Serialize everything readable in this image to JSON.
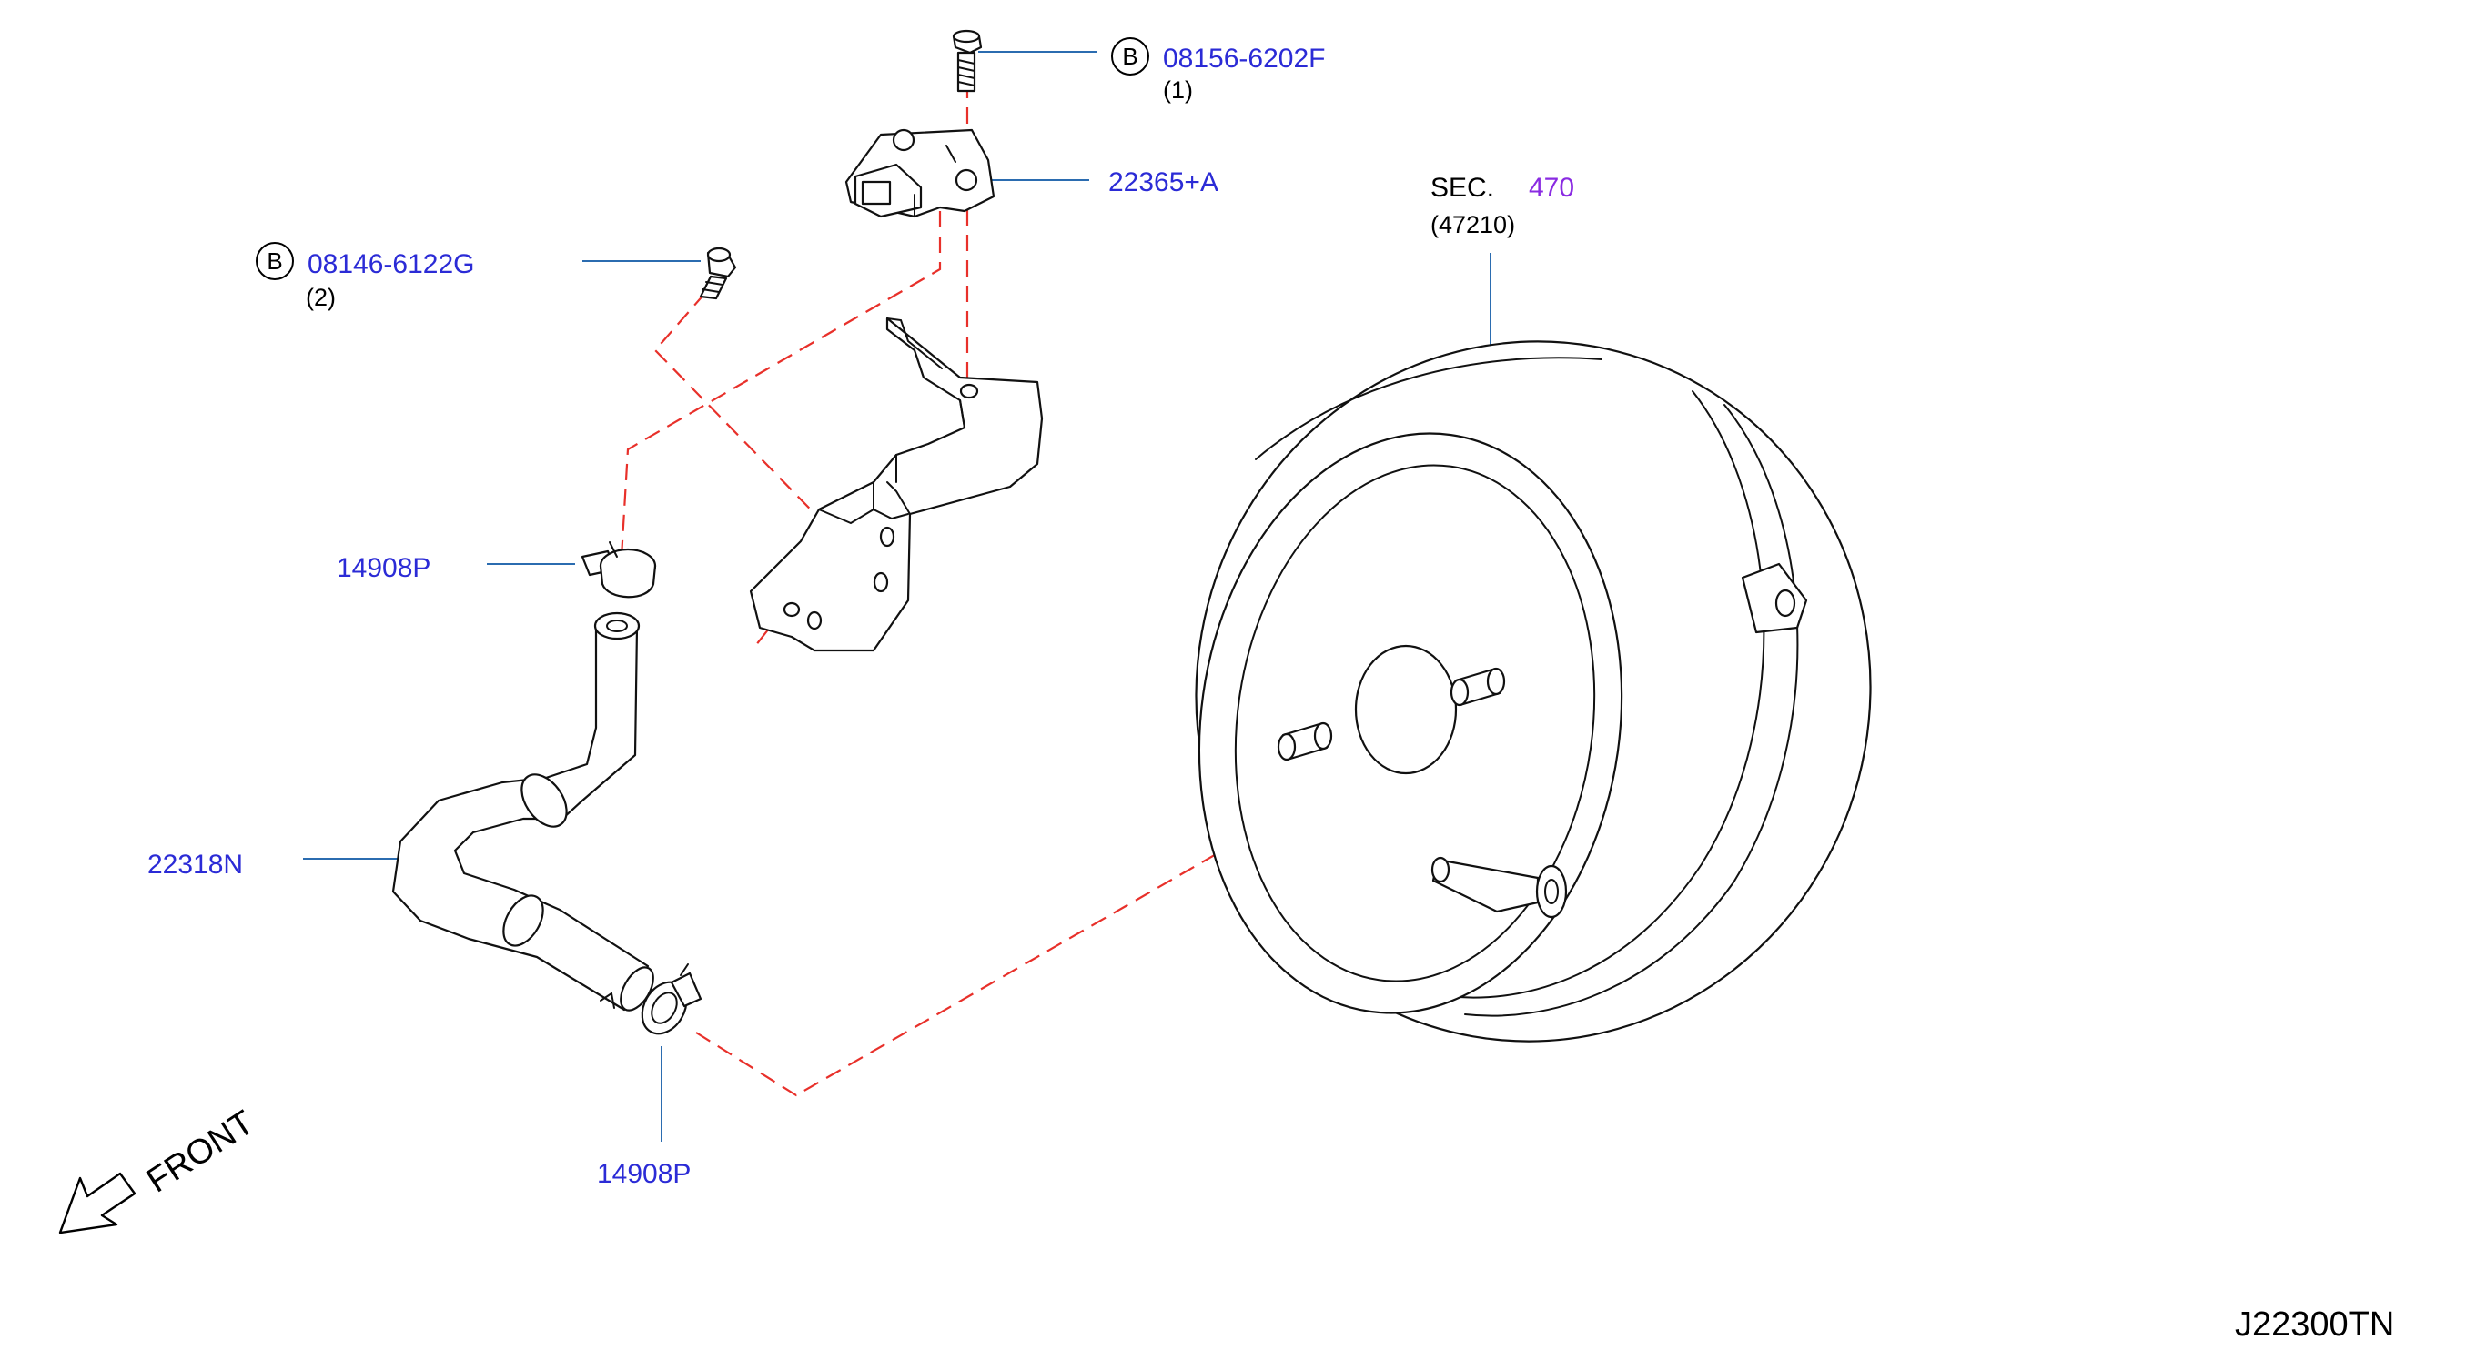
{
  "callouts": {
    "bolt_upper": {
      "ref": "B",
      "part_no": "08156-6202F",
      "qty": "(1)"
    },
    "sensor": {
      "part_no": "22365+A"
    },
    "bolt_left": {
      "ref": "B",
      "part_no": "08146-6122G",
      "qty": "(2)"
    },
    "clamp_upper": {
      "part_no": "14908P"
    },
    "hose": {
      "part_no": "22318N"
    },
    "clamp_lower": {
      "part_no": "14908P"
    },
    "booster": {
      "sec_word": "SEC.",
      "sec_no": "470",
      "sub": "(47210)"
    }
  },
  "front_label": "FRONT",
  "diagram_code": "J22300TN",
  "colors": {
    "part_no": "#2b2bd6",
    "section_no": "#8a2be2",
    "leader": "#2b6cb0",
    "dashed_line": "#e8302a"
  }
}
